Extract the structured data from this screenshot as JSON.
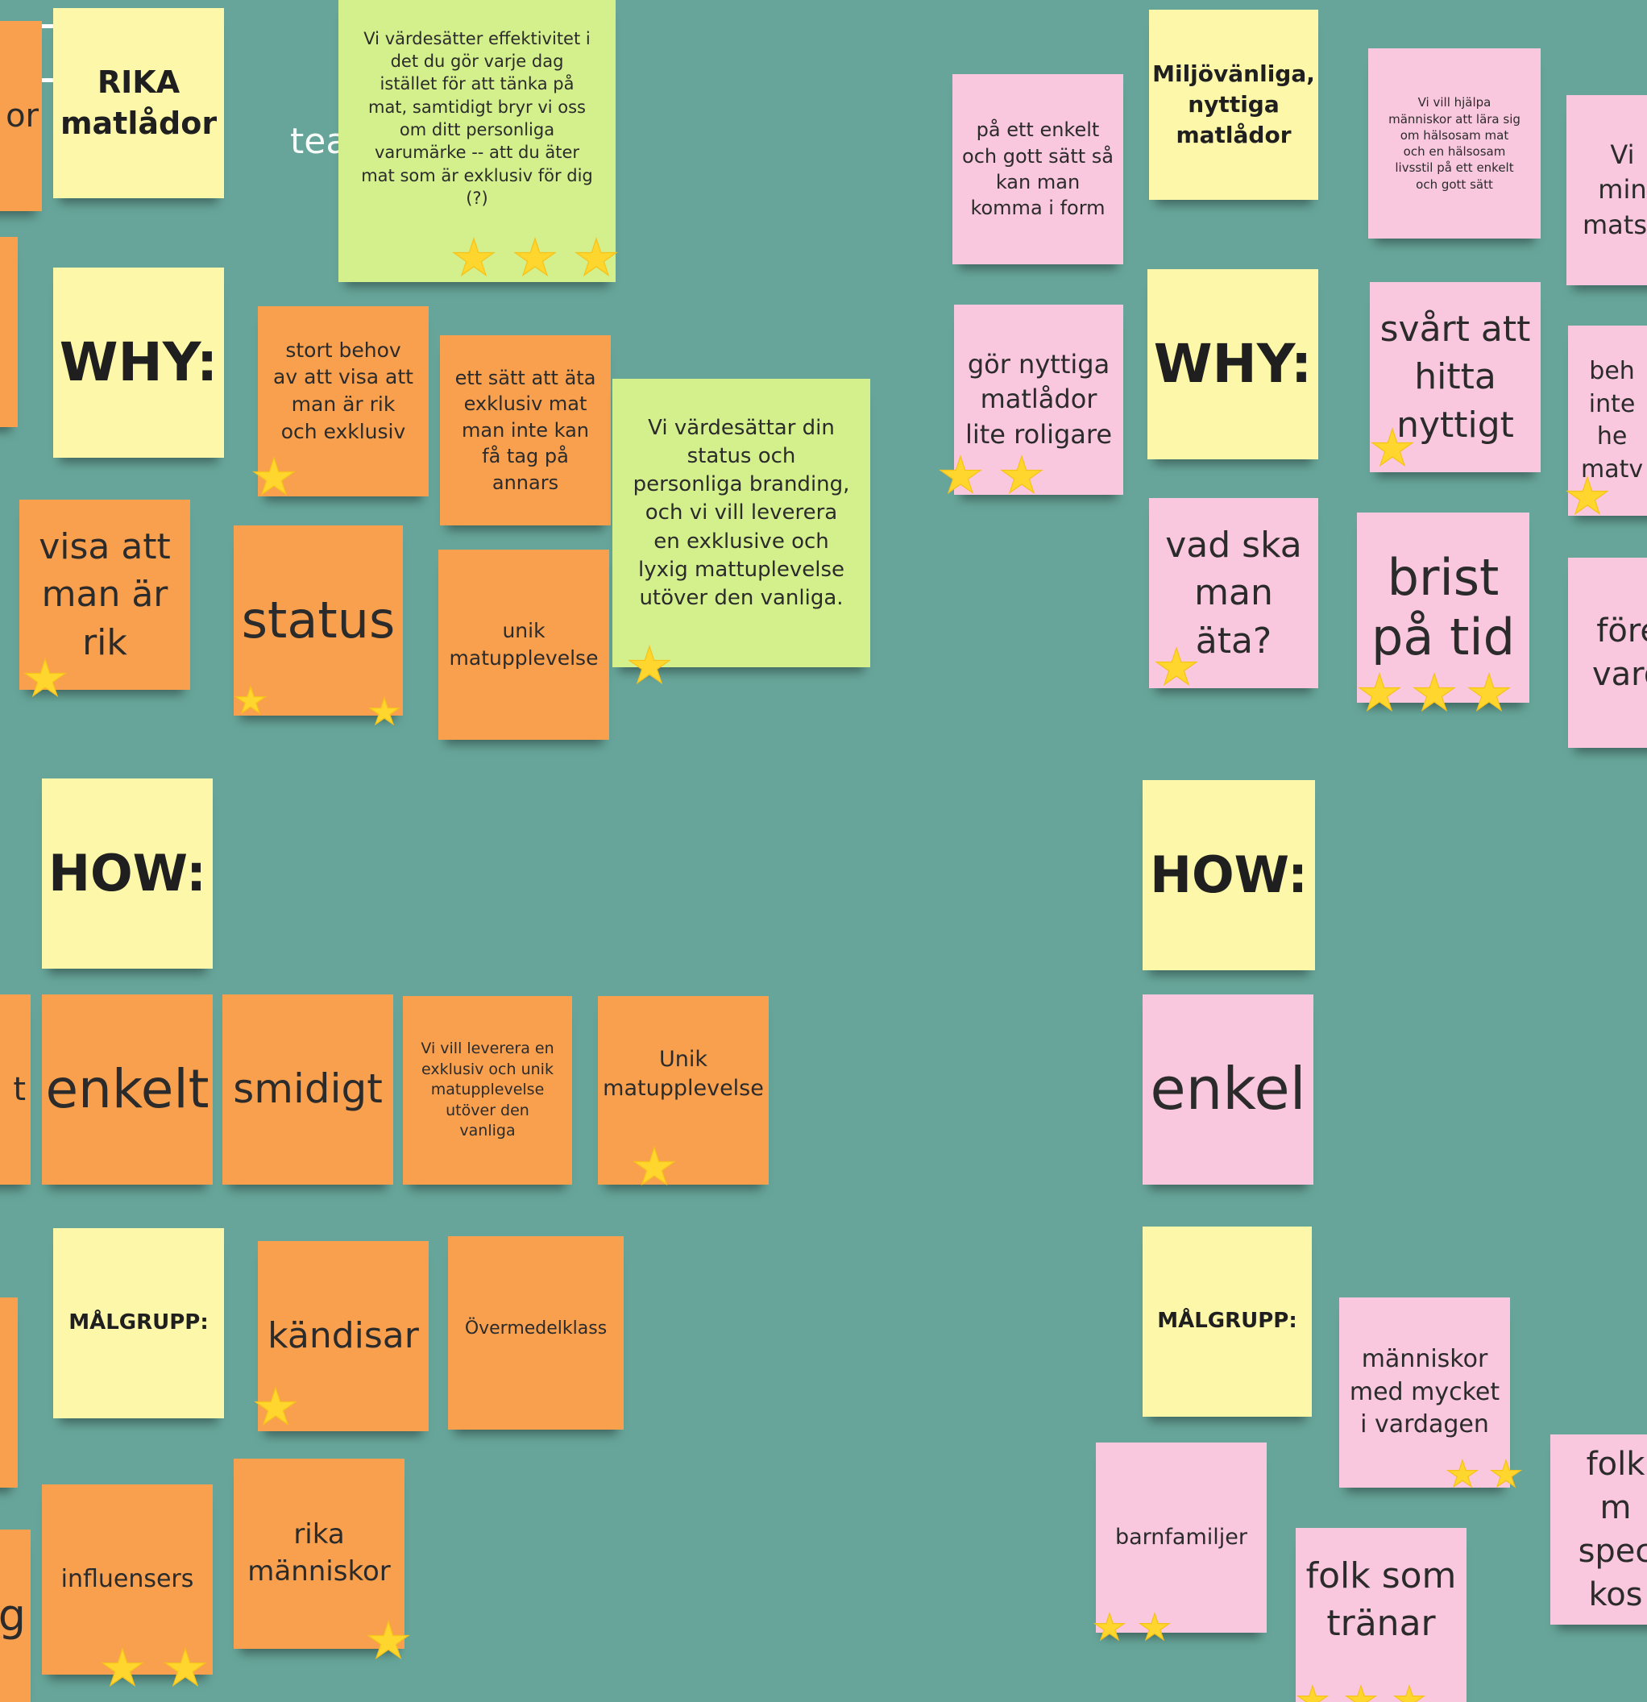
{
  "board": {
    "title_fragment": "teamet",
    "left_column": {
      "header": {
        "text": "RIKA\nmatlådor"
      },
      "edge_fragment": "or",
      "edge_fragment_2": "t",
      "edge_fragment_3": "g",
      "value_statement_1": {
        "text": "Vi värdesätter effektivitet i det du gör varje dag istället för att tänka på mat, samtidigt bryr vi oss om ditt personliga varumärke -- att du äter mat som är exklusiv för dig (?)",
        "stars": 3
      },
      "value_statement_2": {
        "text": "Vi värdesättar din status och personliga branding, och vi vill leverera en exklusive och lyxig  mattuplevelse utöver den vanliga.",
        "stars": 1
      },
      "why": {
        "label": "WHY:",
        "notes": [
          {
            "text": "stort behov av att visa att man är rik och exklusiv",
            "stars": 1
          },
          {
            "text": "ett sätt att äta exklusiv mat man inte kan få tag på annars",
            "stars": 0
          },
          {
            "text": "visa att man är rik",
            "stars": 1
          },
          {
            "text": "status",
            "stars": 2
          },
          {
            "text": "unik matupplevelse",
            "stars": 0
          }
        ]
      },
      "how": {
        "label": "HOW:",
        "notes": [
          {
            "text": "enkelt",
            "stars": 0
          },
          {
            "text": "smidigt",
            "stars": 0
          },
          {
            "text": "Vi vill leverera en exklusiv och unik matupplevelse utöver den vanliga",
            "stars": 0
          },
          {
            "text": "Unik matupplevelse",
            "stars": 1
          }
        ]
      },
      "target": {
        "label": "MÅLGRUPP:",
        "notes": [
          {
            "text": "kändisar",
            "stars": 1
          },
          {
            "text": "Övermedelklass",
            "stars": 0
          },
          {
            "text": "influensers",
            "stars": 2
          },
          {
            "text": "rika människor",
            "stars": 1
          }
        ]
      }
    },
    "right_column": {
      "header": {
        "text": "Miljövänliga, nyttiga matlådor"
      },
      "value_statement_1": {
        "text": "på ett enkelt och gott sätt så kan man komma i form",
        "stars": 0
      },
      "value_statement_2": {
        "text": "Vi vill hjälpa människor att lära sig om hälsosam mat och en hälsosam livsstil på ett enkelt och gott sätt",
        "stars": 0
      },
      "edge_note_1": {
        "text": "Vi\nmin\nmatsv"
      },
      "why": {
        "label": "WHY:",
        "notes": [
          {
            "text": "gör nyttiga matlådor lite roligare",
            "stars": 2
          },
          {
            "text": "svårt att hitta nyttigt",
            "stars": 1
          },
          {
            "text": "vad ska man äta?",
            "stars": 1
          },
          {
            "text": "brist på tid",
            "stars": 3
          },
          {
            "text": "beh\ninte\nhe\nmatv",
            "stars": 1
          },
          {
            "text": "före\nvard",
            "stars": 0
          }
        ]
      },
      "how": {
        "label": "HOW:",
        "notes": [
          {
            "text": "enkel",
            "stars": 0
          }
        ]
      },
      "target": {
        "label": "MÅLGRUPP:",
        "notes": [
          {
            "text": "människor med mycket i vardagen",
            "stars": 2
          },
          {
            "text": "barnfamiljer",
            "stars": 2
          },
          {
            "text": "folk som tränar",
            "stars": 3
          },
          {
            "text": "folk m\nspec\nkos",
            "stars": 0
          }
        ]
      }
    },
    "colors": {
      "background": "#67a59a",
      "yellow": "#fdf7a9",
      "orange": "#f9a04f",
      "green": "#d4f08c",
      "pink": "#fac8de",
      "star": "#ffd62e"
    },
    "icons": [
      "star-icon"
    ]
  }
}
